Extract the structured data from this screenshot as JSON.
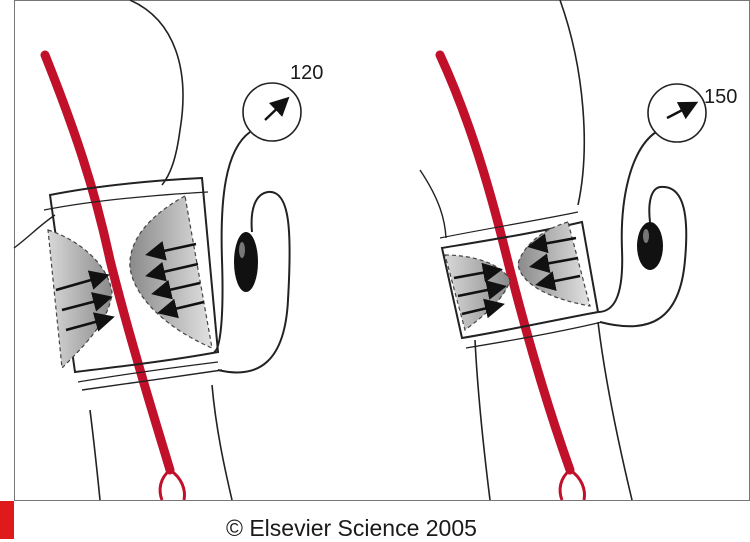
{
  "figure": {
    "left_panel": {
      "gauge_reading": "120"
    },
    "right_panel": {
      "gauge_reading": "150"
    },
    "copyright": "© Elsevier Science 2005"
  },
  "colors": {
    "artery": "#c0102a",
    "outline": "#222222",
    "bulb": "#111111",
    "compression_shade": "#9e9e9e",
    "corner_tab": "#e01a1a"
  },
  "icons": [
    "pressure-gauge-icon",
    "inflation-bulb-icon",
    "pressure-arrow-icon"
  ]
}
